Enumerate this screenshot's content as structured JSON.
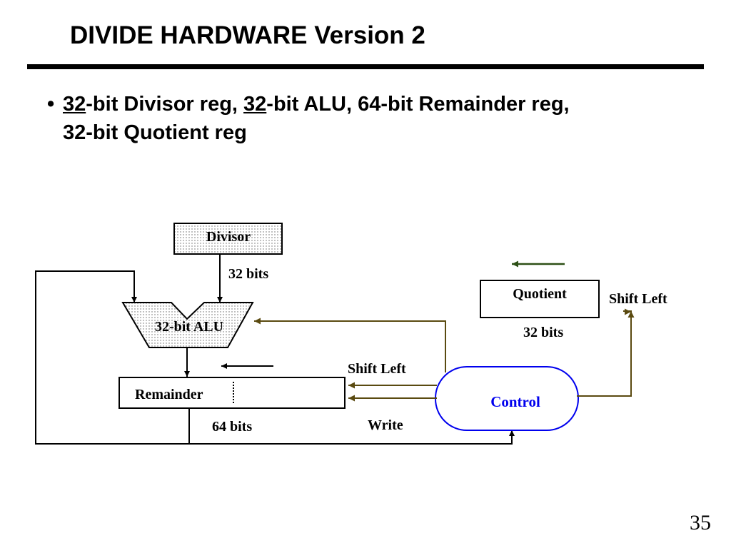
{
  "slide": {
    "title": "DIVIDE HARDWARE Version 2",
    "bullet": {
      "marker": "•",
      "part1_u": "32",
      "part1_rest": "-bit Divisor reg, ",
      "part2_u": "32",
      "part2_rest": "-bit ALU, 64-bit Remainder reg,",
      "line2": "32-bit Quotient reg"
    },
    "page_number": "35"
  },
  "diagram": {
    "divisor_label": "Divisor",
    "divisor_width": "32 bits",
    "alu_label": "32-bit ALU",
    "remainder_label": "Remainder",
    "remainder_width": "64 bits",
    "remainder_shift": "Shift Left",
    "remainder_write": "Write",
    "quotient_label": "Quotient",
    "quotient_width": "32 bits",
    "quotient_shift": "Shift Left",
    "control_label": "Control"
  },
  "colors": {
    "control_line": "#5a4a10",
    "control_border": "#0000ee",
    "control_text": "#0000ee",
    "arrow_quotient": "#2d5016"
  }
}
